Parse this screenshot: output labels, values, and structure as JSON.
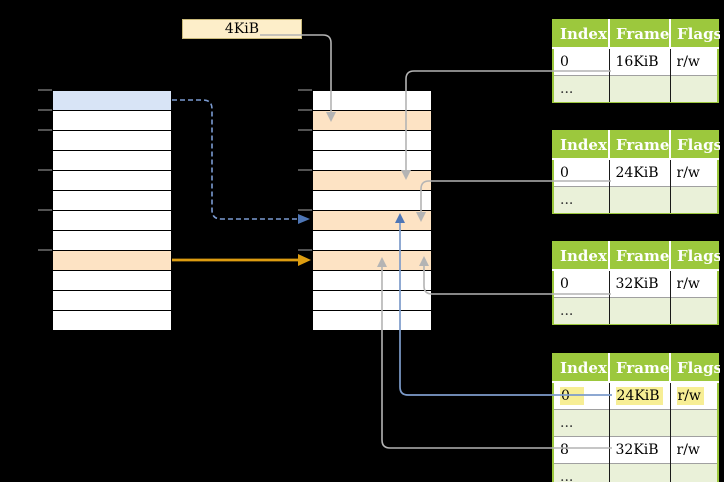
{
  "page_size_label": "4KiB",
  "virtual_memory_rows": [
    "blue",
    "white",
    "white",
    "white",
    "white",
    "white",
    "white",
    "white",
    "orange",
    "white",
    "white",
    "white"
  ],
  "physical_memory_rows": [
    "white",
    "orange",
    "white",
    "white",
    "orange",
    "white",
    "orange",
    "white",
    "orange",
    "white",
    "white",
    "white"
  ],
  "page_tables": [
    {
      "name": "page-table-1",
      "columns": [
        "Index",
        "Frame",
        "Flags"
      ],
      "rows": [
        {
          "cells": [
            "0",
            "16KiB",
            "r/w"
          ],
          "variant": "normal",
          "highlighted": false
        },
        {
          "cells": [
            "...",
            "",
            ""
          ],
          "variant": "dots",
          "highlighted": false
        }
      ]
    },
    {
      "name": "page-table-2",
      "columns": [
        "Index",
        "Frame",
        "Flags"
      ],
      "rows": [
        {
          "cells": [
            "0",
            "24KiB",
            "r/w"
          ],
          "variant": "normal",
          "highlighted": false
        },
        {
          "cells": [
            "...",
            "",
            ""
          ],
          "variant": "dots",
          "highlighted": false
        }
      ]
    },
    {
      "name": "page-table-3",
      "columns": [
        "Index",
        "Frame",
        "Flags"
      ],
      "rows": [
        {
          "cells": [
            "0",
            "32KiB",
            "r/w"
          ],
          "variant": "normal",
          "highlighted": false
        },
        {
          "cells": [
            "...",
            "",
            ""
          ],
          "variant": "dots",
          "highlighted": false
        }
      ]
    },
    {
      "name": "page-table-4",
      "columns": [
        "Index",
        "Frame",
        "Flags"
      ],
      "rows": [
        {
          "cells": [
            "0",
            "24KiB",
            "r/w"
          ],
          "variant": "normal",
          "highlighted": true
        },
        {
          "cells": [
            "...",
            "",
            ""
          ],
          "variant": "dots",
          "highlighted": false
        },
        {
          "cells": [
            "8",
            "32KiB",
            "r/w"
          ],
          "variant": "normal",
          "highlighted": false
        },
        {
          "cells": [
            "...",
            "",
            ""
          ],
          "variant": "dots",
          "highlighted": false
        }
      ]
    }
  ],
  "colors": {
    "table_header_green": "#9cc83d",
    "row_light_green": "#eaf1d9",
    "memory_row_orange": "#fde3c4",
    "memory_row_blue": "#d8e4f6",
    "label_box_tan": "#fdeec9",
    "highlight_yellow": "#f7ee95",
    "arrow_gray": "#b4b4b4",
    "arrow_orange": "#dd9d11",
    "arrow_blue_dashed": "#7b9bd1",
    "arrow_blue_solid": "#7d9ccb"
  }
}
